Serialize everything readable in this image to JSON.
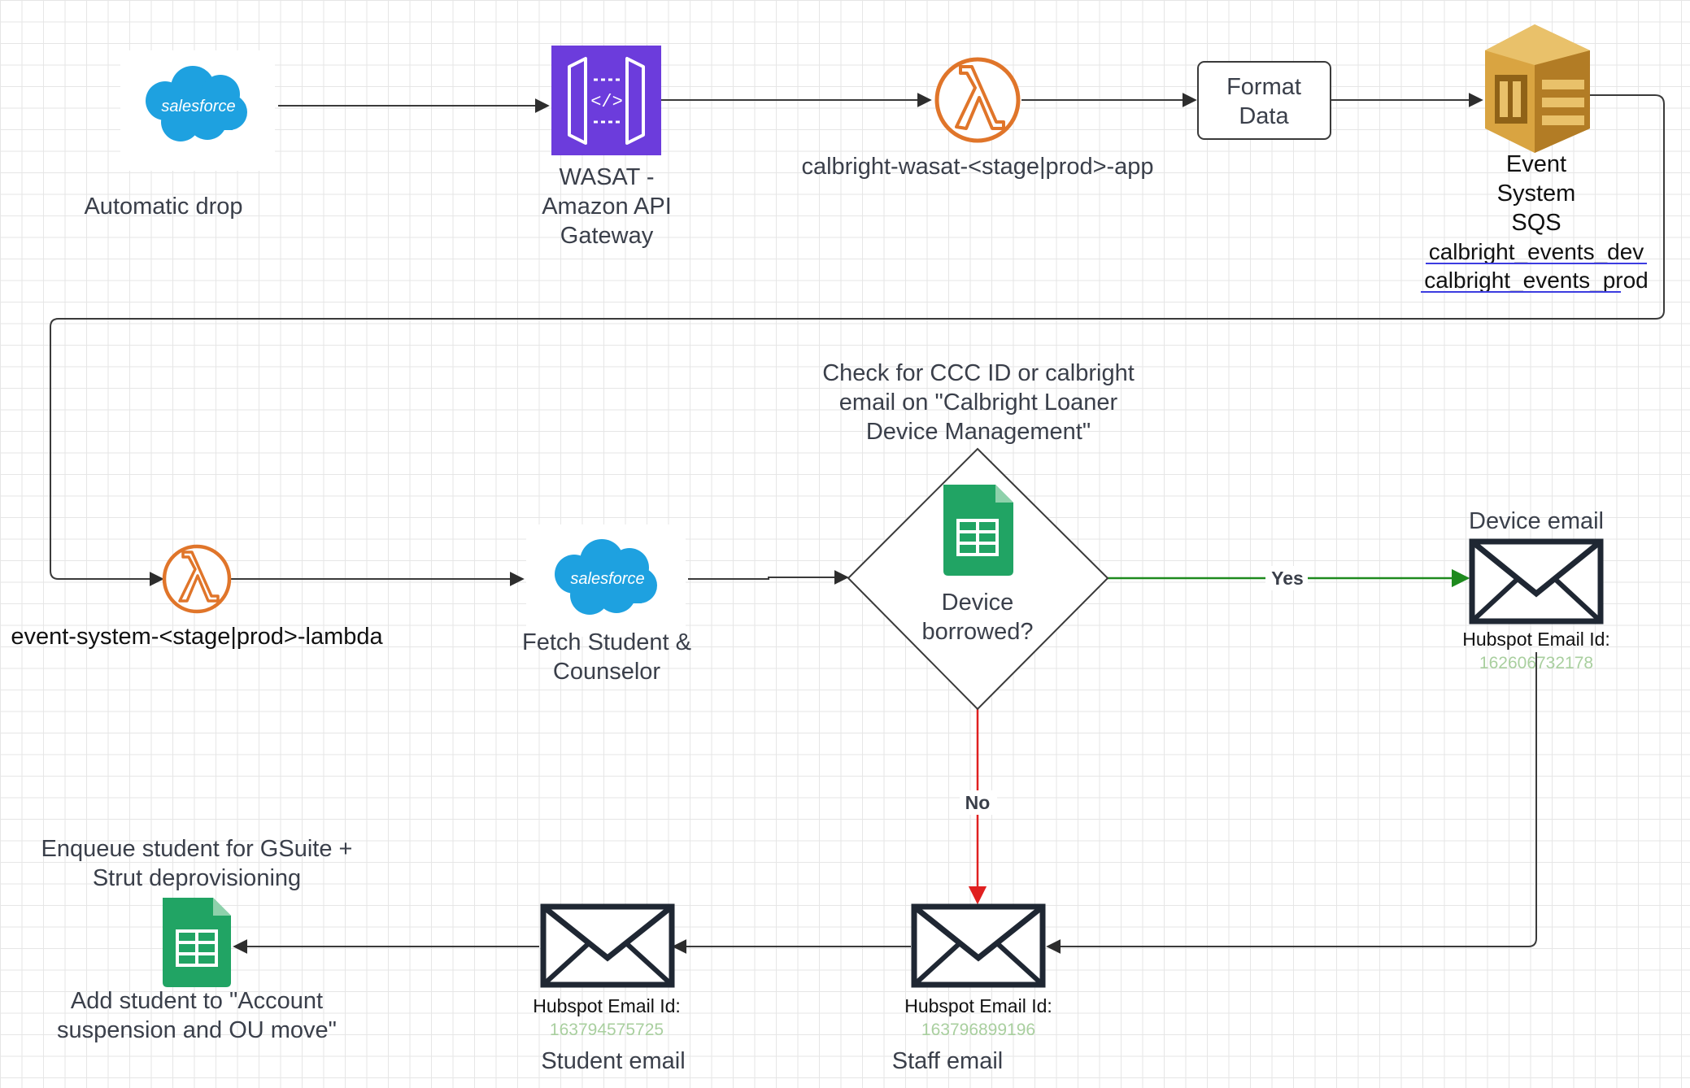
{
  "nodes": {
    "automatic_drop": {
      "label": "Automatic drop",
      "logo_text": "salesforce"
    },
    "api_gateway": {
      "label_lines": [
        "WASAT -",
        "Amazon API",
        "Gateway"
      ]
    },
    "wasat_lambda": {
      "label": "calbright-wasat-<stage|prod>-app"
    },
    "format_data": {
      "label_lines": [
        "Format",
        "Data"
      ]
    },
    "event_sqs": {
      "label_lines": [
        "Event",
        "System",
        "SQS"
      ],
      "queues": [
        "calbright_events_dev",
        "calbright_events_prod"
      ]
    },
    "event_lambda": {
      "label": "event-system-<stage|prod>-lambda"
    },
    "fetch_student": {
      "label_lines": [
        "Fetch Student &",
        "Counselor"
      ],
      "logo_text": "salesforce"
    },
    "device_check": {
      "caption_lines": [
        "Check for CCC ID or calbright",
        "email on \"Calbright Loaner",
        "Device Management\""
      ],
      "label_lines": [
        "Device",
        "borrowed?"
      ]
    },
    "device_email": {
      "title": "Device email",
      "id_label": "Hubspot Email Id:",
      "id_value": "162606732178"
    },
    "staff_email": {
      "title": "Staff email",
      "id_label": "Hubspot Email Id:",
      "id_value": "163796899196"
    },
    "student_email": {
      "title": "Student email",
      "id_label": "Hubspot Email Id:",
      "id_value": "163794575725"
    },
    "account_suspension": {
      "caption_lines": [
        "Enqueue student for GSuite +",
        "Strut deprovisioning"
      ],
      "label_lines": [
        "Add student to \"Account",
        "suspension and OU move\""
      ]
    }
  },
  "edges": {
    "yes_label": "Yes",
    "no_label": "No"
  },
  "colors": {
    "yes_edge": "#1e8a1e",
    "no_edge": "#e02020",
    "salesforce_blue": "#1ea1e0",
    "api_gateway_purple": "#6c3cdc",
    "lambda_orange": "#e0752a",
    "sqs_gold": "#c8972e",
    "sheets_green": "#21a464",
    "id_green": "#a9cf9f"
  },
  "icons": {
    "salesforce": "salesforce-cloud-icon",
    "api_gateway": "api-gateway-icon",
    "lambda": "lambda-icon",
    "sqs": "sqs-queue-icon",
    "sheets": "google-sheets-icon",
    "email": "envelope-icon"
  }
}
